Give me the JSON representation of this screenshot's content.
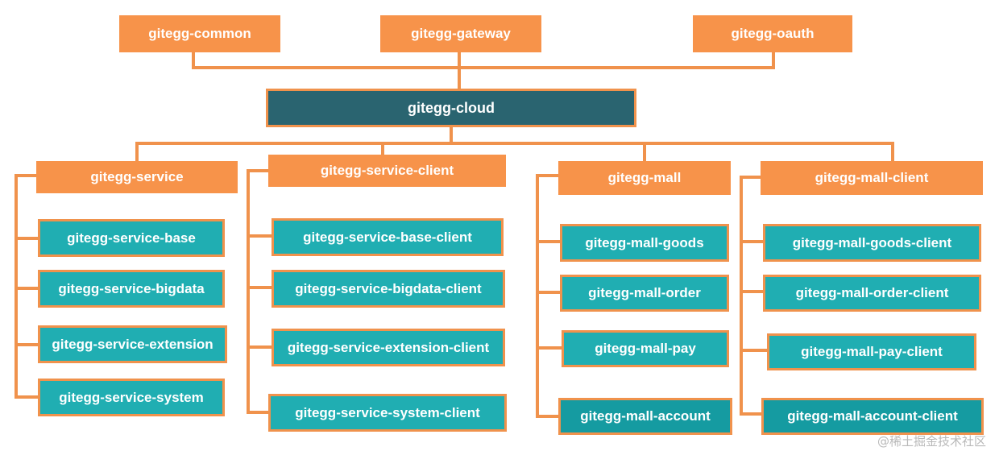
{
  "top": {
    "common": "gitegg-common",
    "gateway": "gitegg-gateway",
    "oauth": "gitegg-oauth"
  },
  "root": "gitegg-cloud",
  "groups": {
    "service": {
      "title": "gitegg-service",
      "items": [
        "gitegg-service-base",
        "gitegg-service-bigdata",
        "gitegg-service-extension",
        "gitegg-service-system"
      ]
    },
    "service_client": {
      "title": "gitegg-service-client",
      "items": [
        "gitegg-service-base-client",
        "gitegg-service-bigdata-client",
        "gitegg-service-extension-client",
        "gitegg-service-system-client"
      ]
    },
    "mall": {
      "title": "gitegg-mall",
      "items": [
        "gitegg-mall-goods",
        "gitegg-mall-order",
        "gitegg-mall-pay",
        "gitegg-mall-account"
      ]
    },
    "mall_client": {
      "title": "gitegg-mall-client",
      "items": [
        "gitegg-mall-goods-client",
        "gitegg-mall-order-client",
        "gitegg-mall-pay-client",
        "gitegg-mall-account-client"
      ]
    }
  },
  "colors": {
    "orange": "#f7934a",
    "teal": "#20aeb2",
    "dark_teal": "#2a6470",
    "connector": "#f0924c"
  },
  "watermark": "@稀土掘金技术社区"
}
